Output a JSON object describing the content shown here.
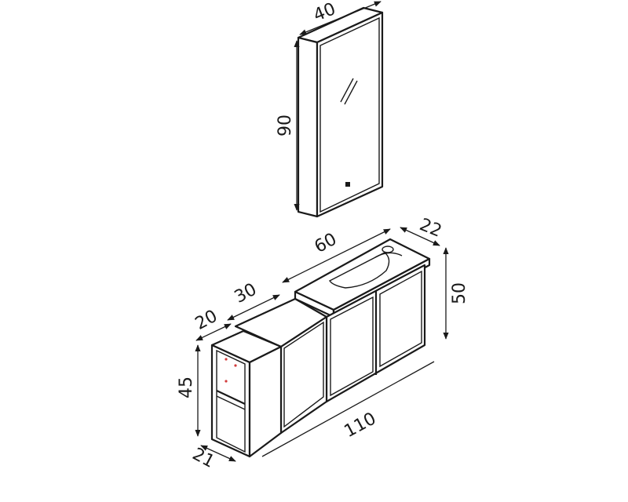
{
  "dimensions": {
    "mirror_width": "40",
    "mirror_height": "90",
    "sink_width": "60",
    "vanity_depth": "22",
    "vanity_height": "50",
    "top_shelf_width": "30",
    "shelf_unit_width": "20",
    "shelf_unit_height": "45",
    "total_width": "110",
    "shelf_unit_depth": "21"
  },
  "colors": {
    "line": "#1a1a1a",
    "background": "#ffffff",
    "accent": "#d23c3c"
  }
}
